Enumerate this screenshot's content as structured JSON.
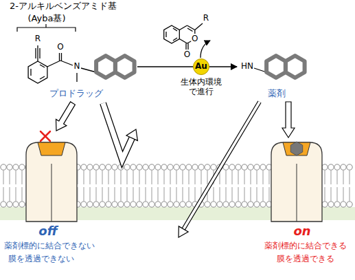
{
  "diagram": {
    "nodes": [
      {
        "text": [
          "プロドラッグ"
        ]
      },
      {
        "text": [
          "Au"
        ]
      },
      {
        "text": [
          "薬剤"
        ]
      }
    ],
    "edges": [
      {
        "from": 0,
        "to": 2,
        "arrow": "to",
        "label": "生体内環境 で進行"
      }
    ],
    "labels": [
      "2-アルキルベンズアミド基",
      "(Ayba基)",
      "R",
      "O",
      "N",
      "R",
      "O",
      "O",
      "HN",
      "off",
      "薬剤標的に結合できない",
      "膜を透過できない",
      "on",
      "薬剤標的に結合できる",
      "膜を透過できる"
    ]
  }
}
